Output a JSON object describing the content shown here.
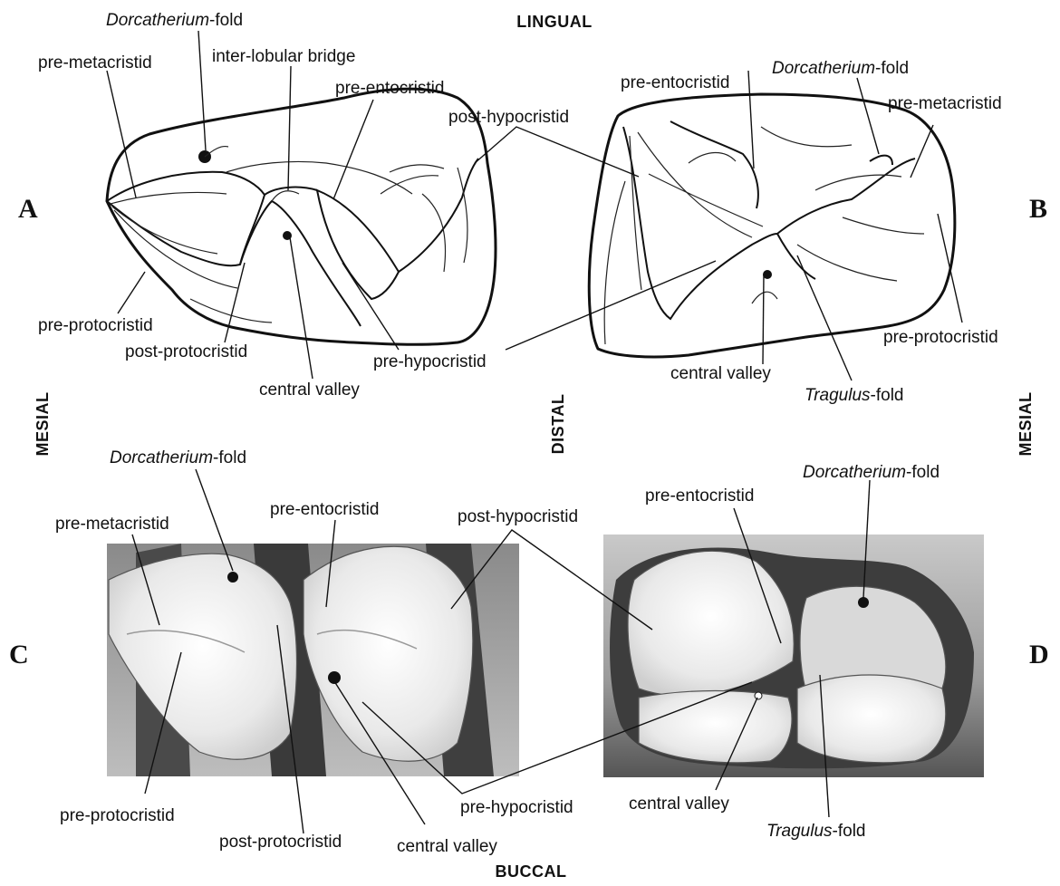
{
  "orientation": {
    "top": "LINGUAL",
    "bottom": "BUCCAL",
    "left": "MESIAL",
    "middle": "DISTAL",
    "right": "MESIAL"
  },
  "panels": [
    "A",
    "B",
    "C",
    "D"
  ],
  "labels": {
    "dorcatherium_fold": "Dorcatherium",
    "fold_suffix": "-fold",
    "tragulus_fold": "Tragulus",
    "pre_metacristid": "pre-metacristid",
    "inter_lobular_bridge": "inter-lobular bridge",
    "pre_entocristid": "pre-entocristid",
    "post_hypocristid": "post-hypocristid",
    "pre_protocristid": "pre-protocristid",
    "post_protocristid": "post-protocristid",
    "central_valley": "central valley",
    "pre_hypocristid": "pre-hypocristid"
  },
  "colors": {
    "line": "#111111",
    "enamel": "#f2f2f2",
    "dentine_stain": "#3a3a3a",
    "background": "#ffffff"
  }
}
